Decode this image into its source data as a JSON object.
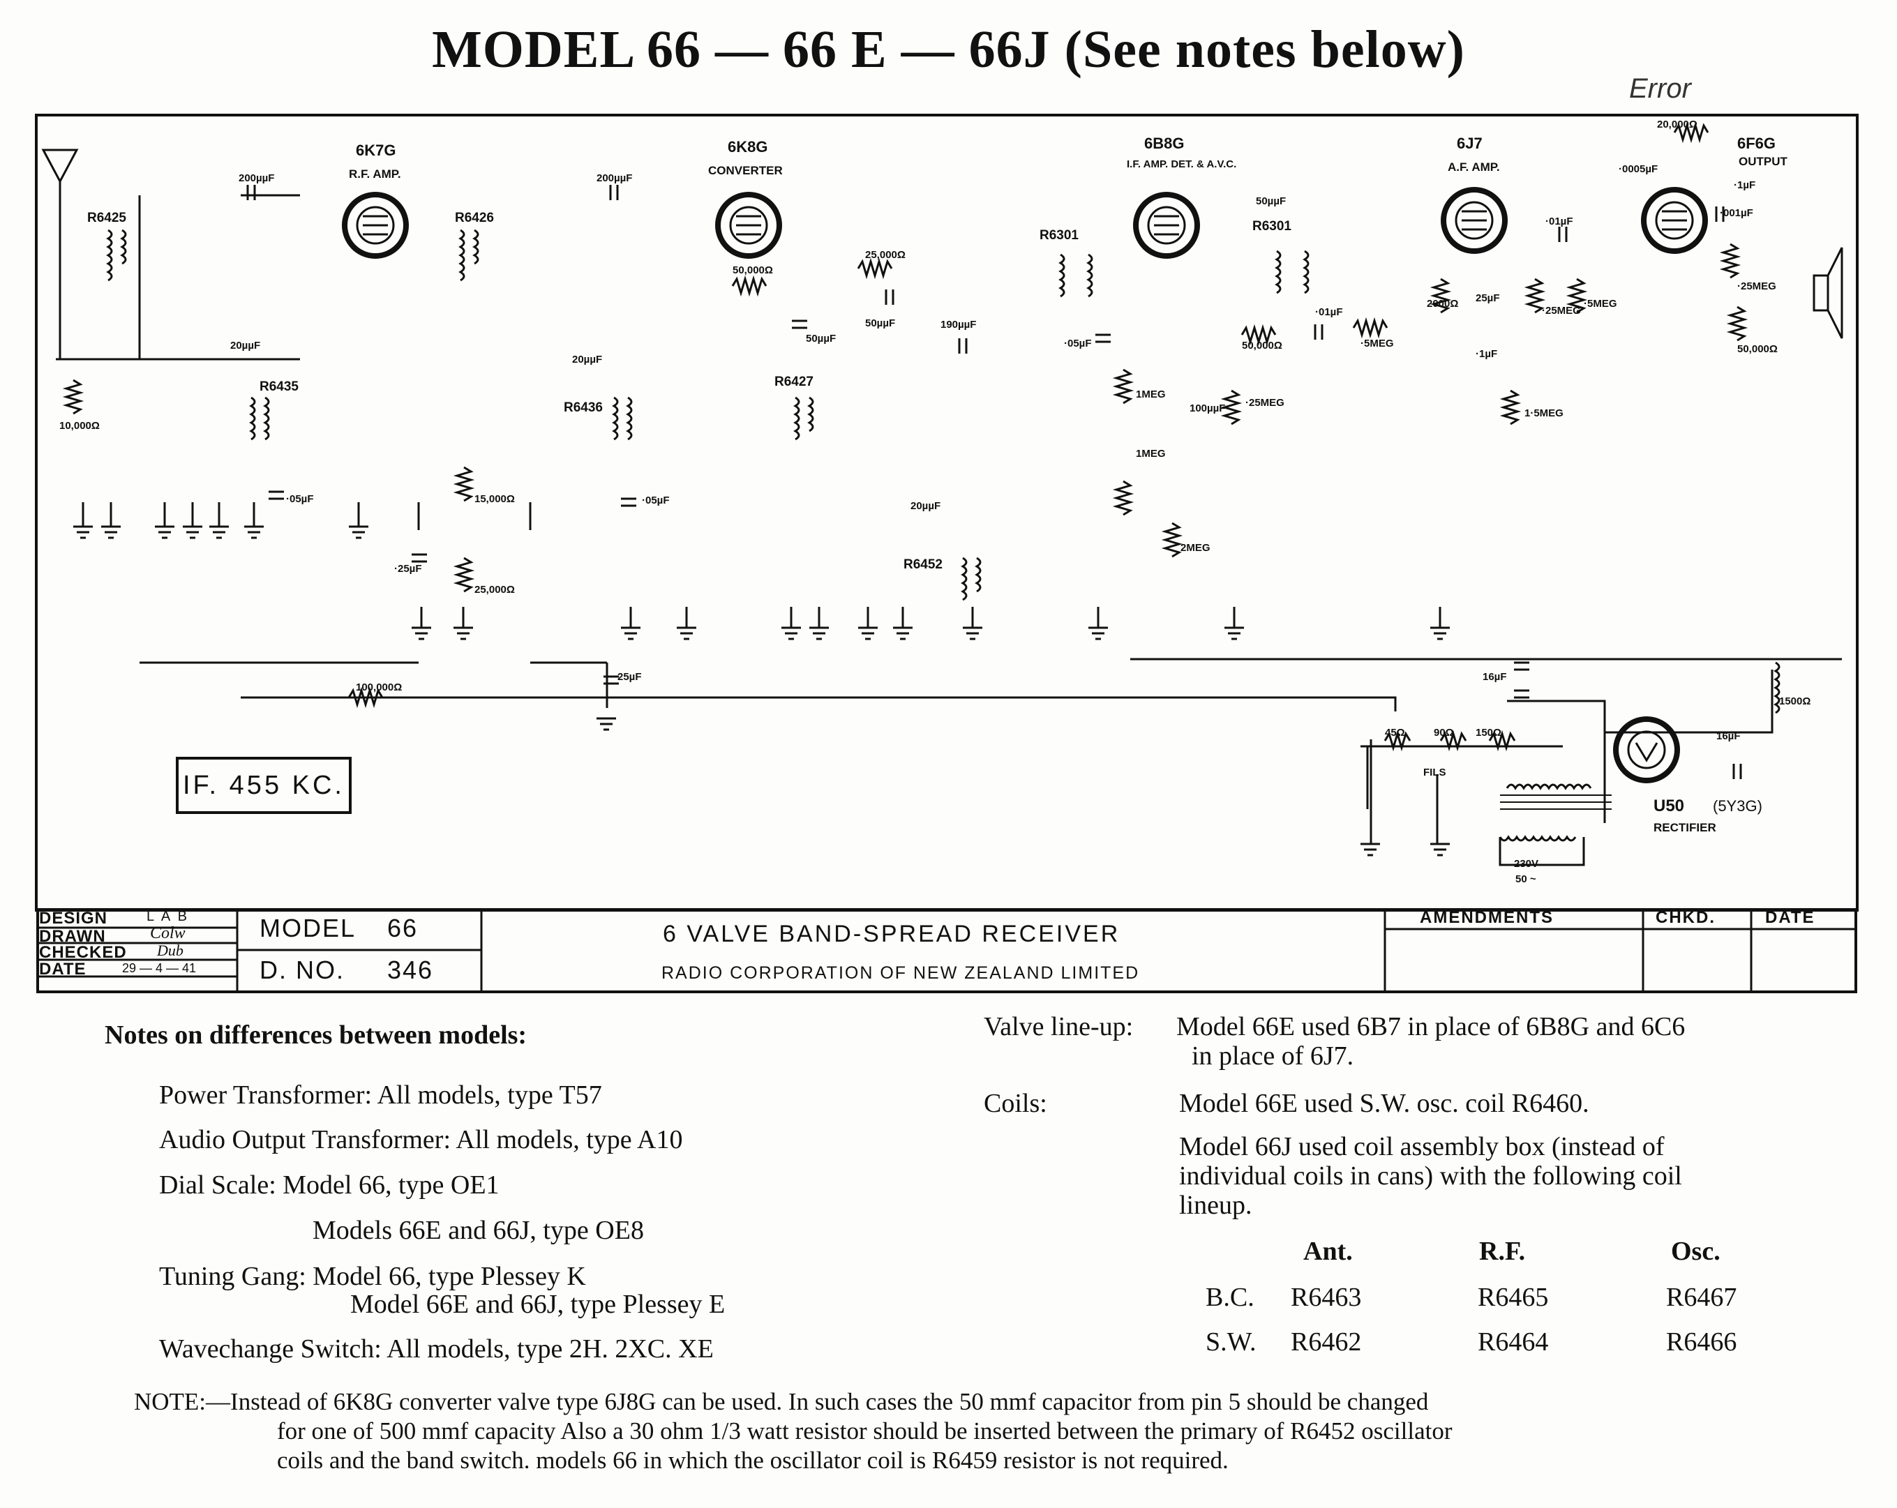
{
  "title": "MODEL  66 — 66 E — 66J  (See notes below)",
  "handwritten_mark": "Error",
  "schematic": {
    "valves": [
      {
        "type": "6K7G",
        "function": "R.F. AMP."
      },
      {
        "type": "6K8G",
        "function": "CONVERTER"
      },
      {
        "type": "6B8G",
        "function": "I.F. AMP. DET. & A.V.C."
      },
      {
        "type": "6J7",
        "function": "A.F. AMP."
      },
      {
        "type": "6F6G",
        "function": "OUTPUT"
      },
      {
        "type": "U50",
        "alt": "(5Y3G)",
        "function": "RECTIFIER"
      }
    ],
    "coils": [
      "R6425",
      "R6426",
      "R6435",
      "R6436",
      "R6427",
      "R6452",
      "R6301",
      "R6301"
    ],
    "components": {
      "c_200a": "200µµF",
      "c_20a": "20µµF",
      "c_05a": "·05µF",
      "r_10000": "10,000Ω",
      "c_200b": "200µµF",
      "c_20b": "20µµF",
      "c_05b": "·05µF",
      "r_15000": "15,000Ω",
      "r_25000b": "25,000Ω",
      "c_25a": "·25µF",
      "r_50000a": "50,000Ω",
      "r_25000": "25,000Ω",
      "c_50a": "50µµF",
      "c_50b": "50µµF",
      "c_190": "190µµF",
      "c_20c": "20µµF",
      "c_50c": "50µµF",
      "c_05c": "·05µF",
      "r_1meg_a": "1MEG",
      "r_1meg_b": "1MEG",
      "r_2meg": "2MEG",
      "c_100": "100µµF",
      "r_25meg_a": "·25MEG",
      "r_50000b": "50,000Ω",
      "c_01a": "·01µF",
      "r_5meg": "·5MEG",
      "r_2000": "2000Ω",
      "c_25b": "25µF",
      "c_1a": "·1µF",
      "r_15meg": "1·5MEG",
      "c_01b": "·01µF",
      "r_25meg_b": "·25MEG",
      "r_5meg_b": "·5MEG",
      "r_20000": "20,000Ω",
      "c_0005": "·0005µF",
      "c_1b": "·1µF",
      "c_001": "·001µF",
      "r_25meg_c": "·25MEG",
      "r_50000c": "50,000Ω",
      "r_100000": "100,000Ω",
      "c_25c": "·25µF",
      "c_16a": "16µF",
      "c_16b": "16µF",
      "r_1500": "1500Ω",
      "r_45": "45Ω",
      "r_90": "90Ω",
      "r_150": "150Ω",
      "fils": "FILS",
      "mains": "230V",
      "mains_freq": "50 ~"
    },
    "if_label": "IF. 455  KC."
  },
  "title_block": {
    "design_label": "DESIGN",
    "design_value": "L A B",
    "drawn_label": "DRAWN",
    "drawn_value": "Colw",
    "checked_label": "CHECKED",
    "checked_value": "Dub",
    "date_label": "DATE",
    "date_value": "29 — 4 — 41",
    "model_label": "MODEL",
    "model_value": "66",
    "dno_label": "D. NO.",
    "dno_value": "346",
    "description": "6  VALVE   BAND-SPREAD RECEIVER",
    "company": "RADIO   CORPORATION   OF  NEW  ZEALAND  LIMITED",
    "amendments_label": "AMENDMENTS",
    "chkd_label": "CHKD.",
    "date_col_label": "DATE"
  },
  "notes": {
    "heading": "Notes on differences between models:",
    "power_transformer": "Power  Transformer:  All  models,  type  T57",
    "audio_output": "Audio  Output  Transformer:  All  models,  type  A10",
    "dial_scale_1": "Dial  Scale:  Model  66,  type  OE1",
    "dial_scale_2": "Models  66E  and  66J,  type  OE8",
    "tuning_gang_1": "Tuning  Gang:  Model  66,  type  Plessey  K",
    "tuning_gang_2": "Model  66E  and  66J,  type  Plessey  E",
    "wavechange": "Wavechange  Switch:  All  models,  type  2H.  2XC.  XE",
    "valve_lineup_label": "Valve  line-up:",
    "valve_lineup_1": "Model  66E  used  6B7  in  place  of  6B8G  and  6C6",
    "valve_lineup_2": "in  place  of  6J7.",
    "coils_label": "Coils:",
    "coils_1": "Model  66E  used  S.W.  osc.  coil  R6460.",
    "coils_2a": "Model  66J  used  coil  assembly  box  (instead  of",
    "coils_2b": "individual  coils  in  cans)  with  the  following  coil",
    "coils_2c": "lineup.",
    "coil_table": {
      "headers": [
        "Ant.",
        "R.F.",
        "Osc."
      ],
      "rows": [
        {
          "band": "B.C.",
          "values": [
            "R6463",
            "R6465",
            "R6467"
          ]
        },
        {
          "band": "S.W.",
          "values": [
            "R6462",
            "R6464",
            "R6466"
          ]
        }
      ]
    },
    "note_1": "NOTE:—Instead of 6K8G converter valve type 6J8G can be used.  In such cases the 50 mmf capacitor from pin 5 should be changed",
    "note_2": "for one of 500 mmf capacity   Also a 30 ohm 1/3 watt resistor should be inserted between the primary of R6452 oscillator",
    "note_3": "coils and the band switch.     models 66 in which the oscillator coil is R6459      resistor is not required."
  }
}
